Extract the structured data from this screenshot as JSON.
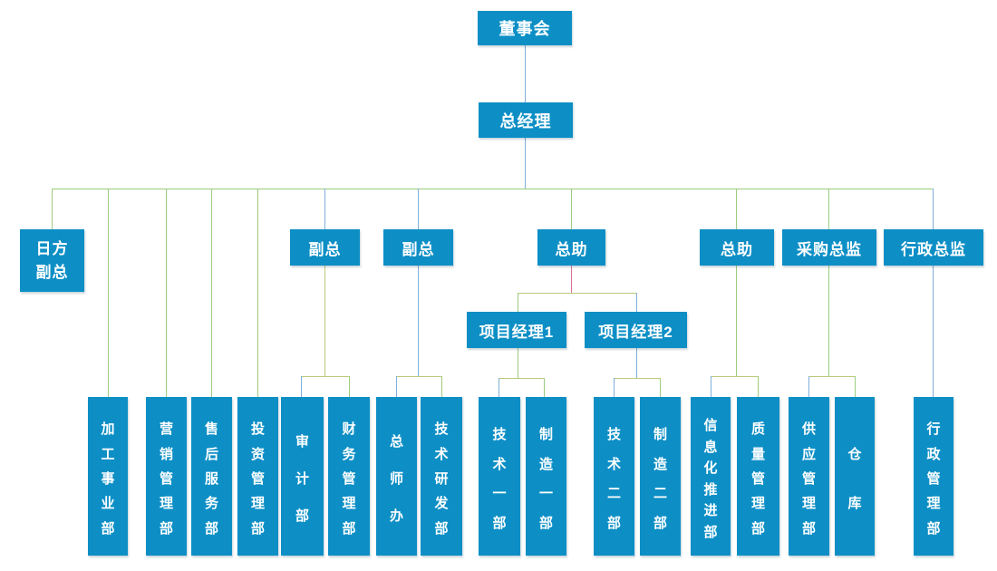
{
  "colors": {
    "node_fill": "#0d8fc6",
    "node_text": "#ffffff",
    "line_green": "#9ccd7d",
    "line_blue": "#7fafdc",
    "line_olive": "#bcc878",
    "line_pink": "#d9728f"
  },
  "org": {
    "root": {
      "label": "董事会"
    },
    "gm": {
      "label": "总经理"
    },
    "level3": [
      {
        "label": "日方\n副总"
      },
      {
        "label": "副总"
      },
      {
        "label": "副总"
      },
      {
        "label": "总助"
      },
      {
        "label": "总助"
      },
      {
        "label": "采购总监"
      },
      {
        "label": "行政总监"
      }
    ],
    "project_managers": [
      {
        "label": "项目经理1"
      },
      {
        "label": "项目经理2"
      }
    ],
    "departments": [
      {
        "label": "加工事业部"
      },
      {
        "label": "营销管理部"
      },
      {
        "label": "售后服务部"
      },
      {
        "label": "投资管理部"
      },
      {
        "label": "审计部"
      },
      {
        "label": "财务管理部"
      },
      {
        "label": "总师办"
      },
      {
        "label": "技术研发部"
      },
      {
        "label": "技术一部"
      },
      {
        "label": "制造一部"
      },
      {
        "label": "技术二部"
      },
      {
        "label": "制造二部"
      },
      {
        "label": "信息化推进部"
      },
      {
        "label": "质量管理部"
      },
      {
        "label": "供应管理部"
      },
      {
        "label": "仓库"
      },
      {
        "label": "行政管理部"
      }
    ]
  }
}
